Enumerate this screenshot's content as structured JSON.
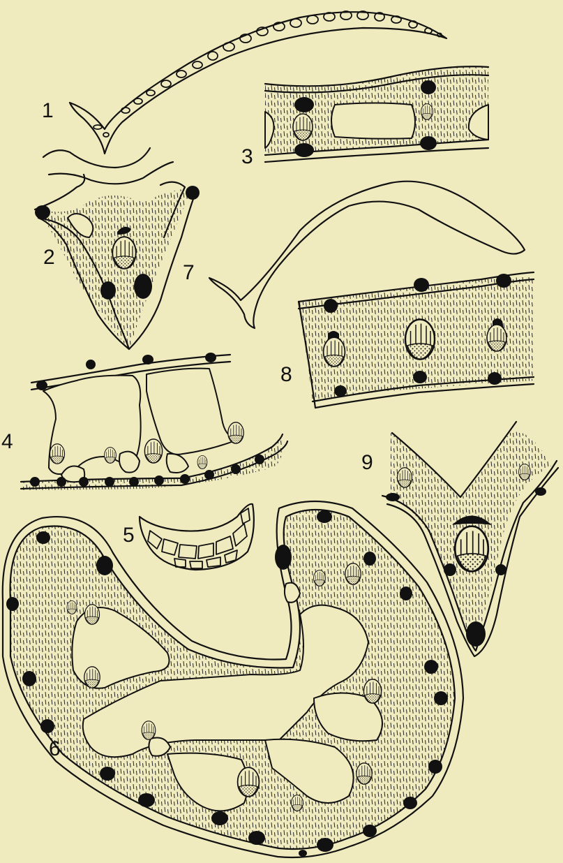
{
  "plate": {
    "background": "#f0eabf",
    "ink": "#111111"
  },
  "figures": [
    {
      "id": "fig-1",
      "label": "1"
    },
    {
      "id": "fig-2",
      "label": "2"
    },
    {
      "id": "fig-3",
      "label": "3"
    },
    {
      "id": "fig-4",
      "label": "4"
    },
    {
      "id": "fig-5",
      "label": "5"
    },
    {
      "id": "fig-6",
      "label": "6"
    },
    {
      "id": "fig-7",
      "label": "7"
    },
    {
      "id": "fig-8",
      "label": "8"
    },
    {
      "id": "fig-9",
      "label": "9"
    }
  ]
}
